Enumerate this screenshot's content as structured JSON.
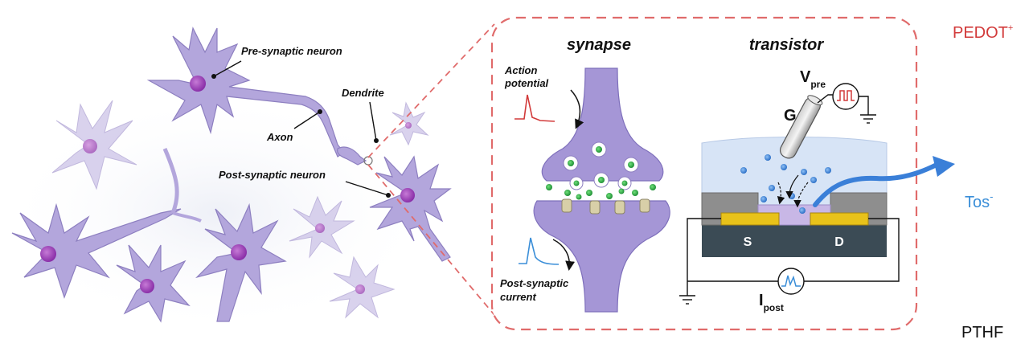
{
  "neurons": {
    "pre_synaptic_label": "Pre-synaptic neuron",
    "axon_label": "Axon",
    "dendrite_label": "Dendrite",
    "post_synaptic_label": "Post-synaptic neuron"
  },
  "synapse": {
    "title": "synapse",
    "action_potential_line1": "Action",
    "action_potential_line2": "potential",
    "post_current_line1": "Post-synaptic",
    "post_current_line2": "current"
  },
  "transistor": {
    "title": "transistor",
    "gate_label": "G",
    "vpre_main": "V",
    "vpre_sub": "pre",
    "source_label": "S",
    "drain_label": "D",
    "ipost_main": "I",
    "ipost_sub": "post"
  },
  "legend": {
    "pedot_main": "PEDOT",
    "pedot_sup": "+",
    "tos_main": "Tos",
    "tos_sup": "-",
    "pthf": "PTHF"
  },
  "colors": {
    "neuron_fill": "#b3a6dc",
    "neuron_nucleus": "#9a3fb7",
    "inset_border": "#e06b6b",
    "cation": "#d23a3a",
    "anion": "#3a8ed8",
    "electrolyte": "#d7e4f6",
    "gold": "#e8c21a",
    "substrate": "#3b4b55",
    "encapsulation": "#8e8e8e"
  }
}
